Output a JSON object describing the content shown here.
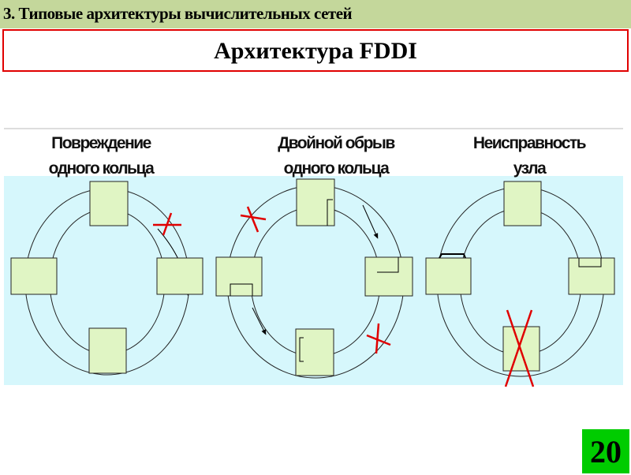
{
  "header": {
    "section": "3. Типовые архитектуры вычислительных сетей"
  },
  "title": "Архитектура FDDI",
  "diagram": {
    "captions": [
      {
        "line1": "Повреждение",
        "line2": "одного кольца"
      },
      {
        "line1": "Двойной обрыв",
        "line2": "одного кольца"
      },
      {
        "line1": "Неисправность",
        "line2": "узла"
      }
    ],
    "colors": {
      "panel": "#d6f7fc",
      "node": "#e0f5c4",
      "fault": "#e00000"
    }
  },
  "page_number": "20"
}
